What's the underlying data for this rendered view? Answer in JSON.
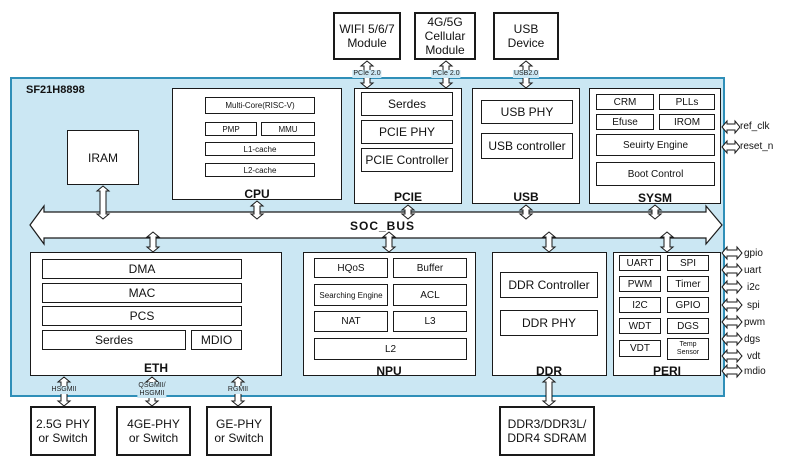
{
  "chip_name": "SF21H8898",
  "bus_label": "SOC_BUS",
  "external_top": {
    "wifi": "WIFI 5/6/7\nModule",
    "cellular": "4G/5G\nCellular\nModule",
    "usb_device": "USB\nDevice"
  },
  "interface_labels": {
    "pcie_wifi": "PCIe 2.0",
    "pcie_cell": "PCIe 2.0",
    "usb": "USB2.0",
    "hsgmii": "HSGMII",
    "qsgmii": "QSGMII/\nHSGMII",
    "rgmii": "RGMII"
  },
  "external_bottom": {
    "phy_25g": "2.5G PHY\nor Switch",
    "phy_4ge": "4GE-PHY\nor Switch",
    "phy_ge": "GE-PHY\nor Switch",
    "ddr_mem": "DDR3/DDR3L/\nDDR4 SDRAM"
  },
  "iram": {
    "label": "IRAM"
  },
  "cpu": {
    "label": "CPU",
    "multicore": "Multi-Core(RISC-V)",
    "pmp": "PMP",
    "mmu": "MMU",
    "l1": "L1-cache",
    "l2": "L2-cache"
  },
  "pcie": {
    "label": "PCIE",
    "serdes": "Serdes",
    "phy": "PCIE PHY",
    "controller": "PCIE Controller"
  },
  "usb": {
    "label": "USB",
    "phy": "USB PHY",
    "controller": "USB controller"
  },
  "sysm": {
    "label": "SYSM",
    "crm": "CRM",
    "plls": "PLLs",
    "efuse": "Efuse",
    "irom": "IROM",
    "security": "Seuirty Engine",
    "boot": "Boot Control"
  },
  "eth": {
    "label": "ETH",
    "dma": "DMA",
    "mac": "MAC",
    "pcs": "PCS",
    "serdes": "Serdes",
    "mdio": "MDIO"
  },
  "npu": {
    "label": "NPU",
    "hqos": "HQoS",
    "buffer": "Buffer",
    "search": "Searching Engine",
    "acl": "ACL",
    "nat": "NAT",
    "l3": "L3",
    "l2": "L2"
  },
  "ddr": {
    "label": "DDR",
    "controller": "DDR Controller",
    "phy": "DDR PHY"
  },
  "peri": {
    "label": "PERI",
    "uart": "UART",
    "spi": "SPI",
    "pwm": "PWM",
    "timer": "Timer",
    "i2c": "I2C",
    "gpio": "GPIO",
    "wdt": "WDT",
    "dgs": "DGS",
    "vdt": "VDT",
    "temp": "Temp\nSensor"
  },
  "pins": {
    "ref_clk": "ref_clk",
    "reset_n": "reset_n",
    "gpio": "gpio",
    "uart": "uart",
    "i2c": "i2c",
    "spi": "spi",
    "pwm": "pwm",
    "dgs": "dgs",
    "vdt": "vdt",
    "mdio": "mdio"
  }
}
